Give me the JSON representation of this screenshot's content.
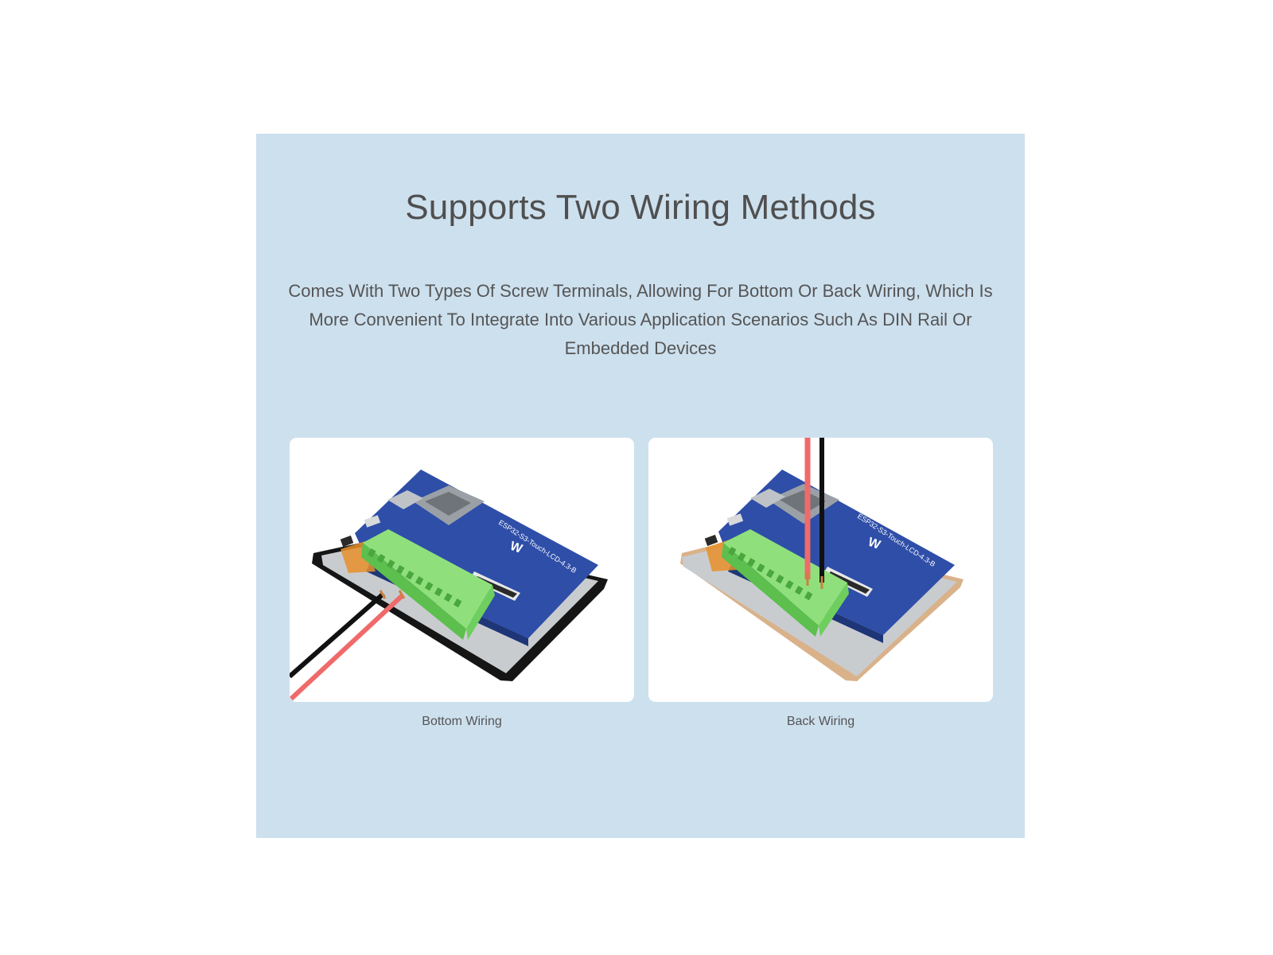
{
  "section": {
    "title": "Supports Two Wiring Methods",
    "description": "Comes With Two Types Of Screw Terminals, Allowing For Bottom Or Back Wiring, Which Is More Convenient To Integrate Into Various Application Scenarios Such As DIN Rail Or Embedded Devices"
  },
  "figures": [
    {
      "caption": "Bottom Wiring",
      "board_silkscreen": "ESP32-S3-Touch-LCD-4.3-B"
    },
    {
      "caption": "Back Wiring",
      "board_silkscreen": "ESP32-S3-Touch-LCD-4.3-B"
    }
  ],
  "colors": {
    "panel_background": "#cde0ee",
    "pcb_blue": "#2e4ea8",
    "terminal_green": "#78d867",
    "wire_red": "#f06a6a",
    "wire_black": "#111111"
  }
}
